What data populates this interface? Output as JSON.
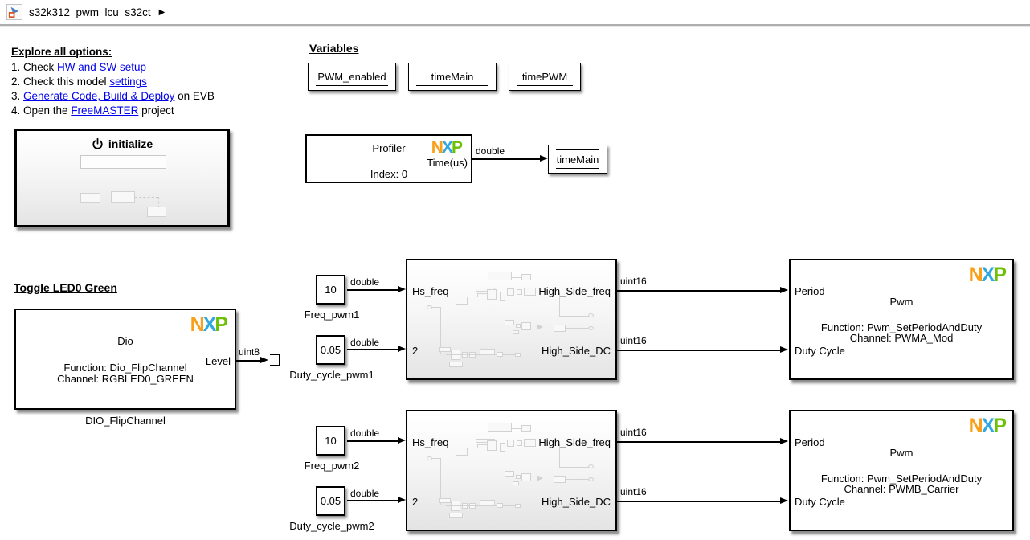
{
  "titlebar": {
    "model_name": "s32k312_pwm_lcu_s32ct"
  },
  "icons": {
    "breadcrumb_arrow": "▶"
  },
  "explore": {
    "heading": "Explore all options:",
    "items": [
      {
        "pre": "1. Check ",
        "link": "HW and SW setup",
        "post": ""
      },
      {
        "pre": "2. Check this model ",
        "link": "settings",
        "post": ""
      },
      {
        "pre": "3. ",
        "link": "Generate Code, Build & Deploy",
        "post": " on EVB"
      },
      {
        "pre": "4. Open the ",
        "link": "FreeMASTER",
        "post": " project"
      }
    ]
  },
  "variables": {
    "heading": "Variables",
    "stores": [
      {
        "name": "PWM_enabled"
      },
      {
        "name": "timeMain"
      },
      {
        "name": "timePWM"
      }
    ]
  },
  "initialize": {
    "label": "initialize"
  },
  "profiler": {
    "title": "Profiler",
    "out_port": "Time(us)",
    "index_text": "Index: 0",
    "signal": "double",
    "dest_store": "timeMain"
  },
  "toggle_led": {
    "heading": "Toggle LED0 Green",
    "block_title": "Dio",
    "function_line": "Function: Dio_FlipChannel",
    "channel_line": "Channel: RGBLED0_GREEN",
    "out_port": "Level",
    "signal": "uint8",
    "caption": "DIO_FlipChannel"
  },
  "nxp": {
    "n": "N",
    "x": "X",
    "p": "P"
  },
  "pwm_rows": [
    {
      "freq_value": "10",
      "freq_label": "Freq_pwm1",
      "freq_signal": "double",
      "duty_value": "0.05",
      "duty_label": "Duty_cycle_pwm1",
      "duty_signal": "double",
      "sub_in1": "Hs_freq",
      "sub_in2": "2",
      "sub_out1": "High_Side_freq",
      "sub_out2": "High_Side_DC",
      "sig1": "uint16",
      "sig2": "uint16",
      "pwm_in1": "Period",
      "pwm_in2": "Duty Cycle",
      "pwm_title": "Pwm",
      "pwm_function": "Function: Pwm_SetPeriodAndDuty",
      "pwm_channel": "Channel: PWMA_Mod"
    },
    {
      "freq_value": "10",
      "freq_label": "Freq_pwm2",
      "freq_signal": "double",
      "duty_value": "0.05",
      "duty_label": "Duty_cycle_pwm2",
      "duty_signal": "double",
      "sub_in1": "Hs_freq",
      "sub_in2": "2",
      "sub_out1": "High_Side_freq",
      "sub_out2": "High_Side_DC",
      "sig1": "uint16",
      "sig2": "uint16",
      "pwm_in1": "Period",
      "pwm_in2": "Duty Cycle",
      "pwm_title": "Pwm",
      "pwm_function": "Function: Pwm_SetPeriodAndDuty",
      "pwm_channel": "Channel: PWMB_Carrier"
    }
  ],
  "colors": {
    "link": "#0000EE",
    "nxp_n": "#F9A01B",
    "nxp_x": "#2FA8E0",
    "nxp_p": "#6EC007"
  }
}
